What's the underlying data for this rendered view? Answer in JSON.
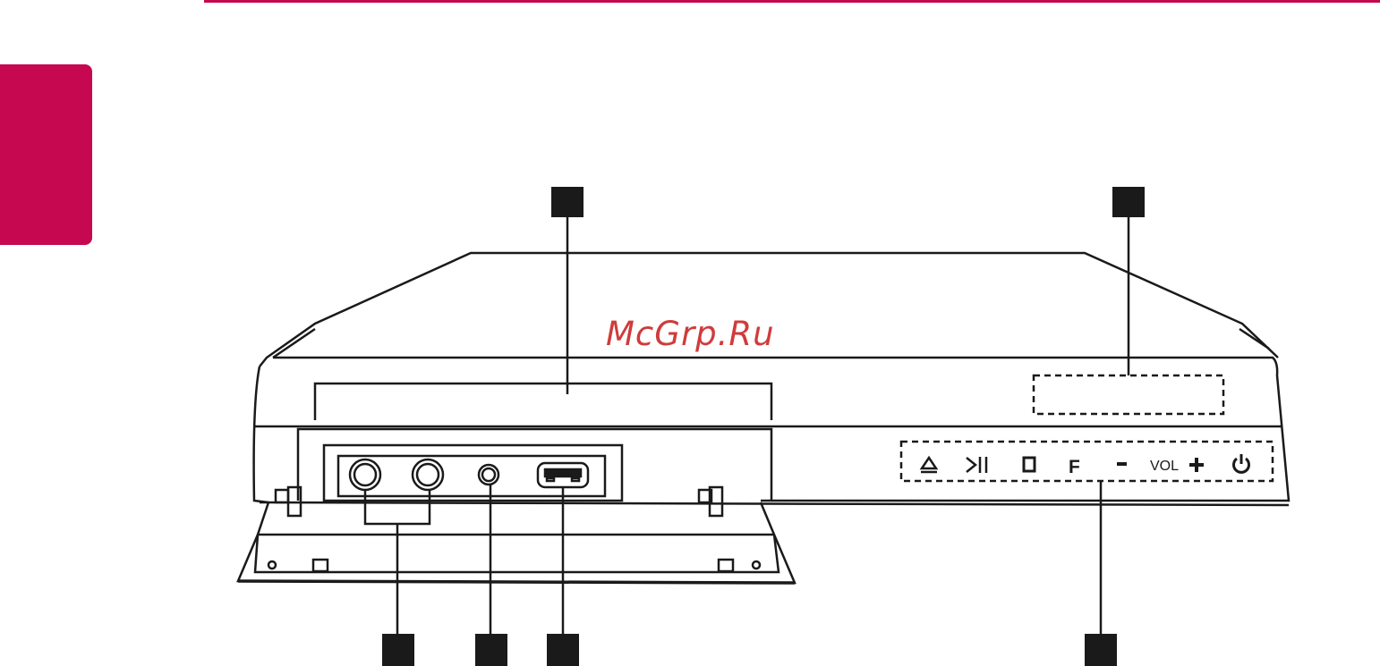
{
  "header": {
    "accent_color": "#c5084f"
  },
  "watermark": {
    "text": "McGrp.Ru",
    "color": "#d03b3b"
  },
  "device": {
    "controls": [
      {
        "name": "eject",
        "icon": "eject-icon"
      },
      {
        "name": "play-pause",
        "icon": "play-pause-icon"
      },
      {
        "name": "stop",
        "icon": "stop-icon"
      },
      {
        "name": "function",
        "icon": "function-f-icon",
        "label": "F"
      },
      {
        "name": "volume-down",
        "icon": "minus-icon"
      },
      {
        "name": "volume",
        "label": "VOL"
      },
      {
        "name": "volume-up",
        "icon": "plus-icon"
      },
      {
        "name": "power",
        "icon": "power-icon"
      }
    ],
    "ports": [
      {
        "name": "mic-jack-1",
        "icon": "mic-jack-icon"
      },
      {
        "name": "mic-jack-2",
        "icon": "mic-jack-icon"
      },
      {
        "name": "port-in",
        "icon": "audio-jack-icon"
      },
      {
        "name": "usb-port",
        "icon": "usb-port-icon"
      }
    ]
  },
  "callouts": [
    {
      "id": "disc-tray"
    },
    {
      "id": "display-window"
    },
    {
      "id": "mic-jacks"
    },
    {
      "id": "port-jack"
    },
    {
      "id": "usb"
    },
    {
      "id": "control-buttons"
    }
  ]
}
